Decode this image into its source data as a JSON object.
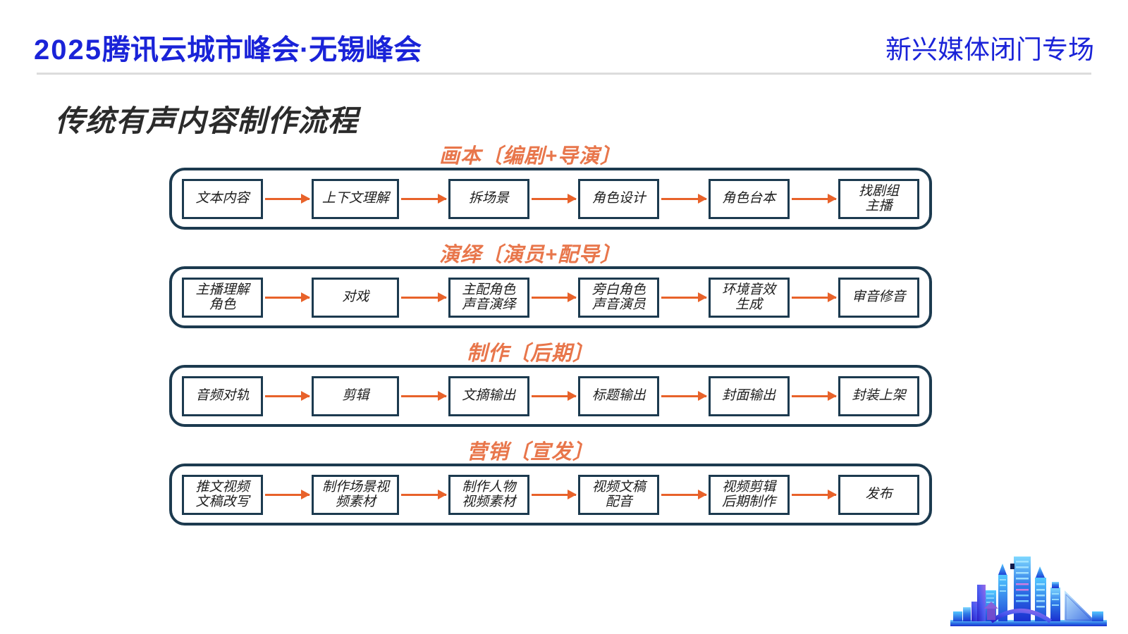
{
  "header": {
    "left_year": "2025",
    "left_title": "腾讯云城市峰会·无锡峰会",
    "right_title": "新兴媒体闭门专场",
    "accent_color": "#1A23D8"
  },
  "slide": {
    "title": "传统有声内容制作流程",
    "section_label_color": "#E8764B",
    "arrow_color": "#E8622A",
    "box_border_color": "#1C3A4F"
  },
  "sections": [
    {
      "label": "画本〔编剧+导演〕",
      "nodes": [
        "文本内容",
        "上下文理解",
        "拆场景",
        "角色设计",
        "角色台本",
        "找剧组\n主播"
      ]
    },
    {
      "label": "演绎〔演员+配导〕",
      "nodes": [
        "主播理解\n角色",
        "对戏",
        "主配角色\n声音演绎",
        "旁白角色\n声音演员",
        "环境音效\n生成",
        "审音修音"
      ]
    },
    {
      "label": "制作〔后期〕",
      "nodes": [
        "音频对轨",
        "剪辑",
        "文摘输出",
        "标题输出",
        "封面输出",
        "封装上架"
      ]
    },
    {
      "label": "营销〔宣发〕",
      "nodes": [
        "推文视频\n文稿改写",
        "制作场景视\n频素材",
        "制作人物\n视频素材",
        "视频文稿\n配音",
        "视频剪辑\n后期制作",
        "发布"
      ]
    }
  ],
  "decoration": {
    "name": "city-skyline-illustration"
  }
}
